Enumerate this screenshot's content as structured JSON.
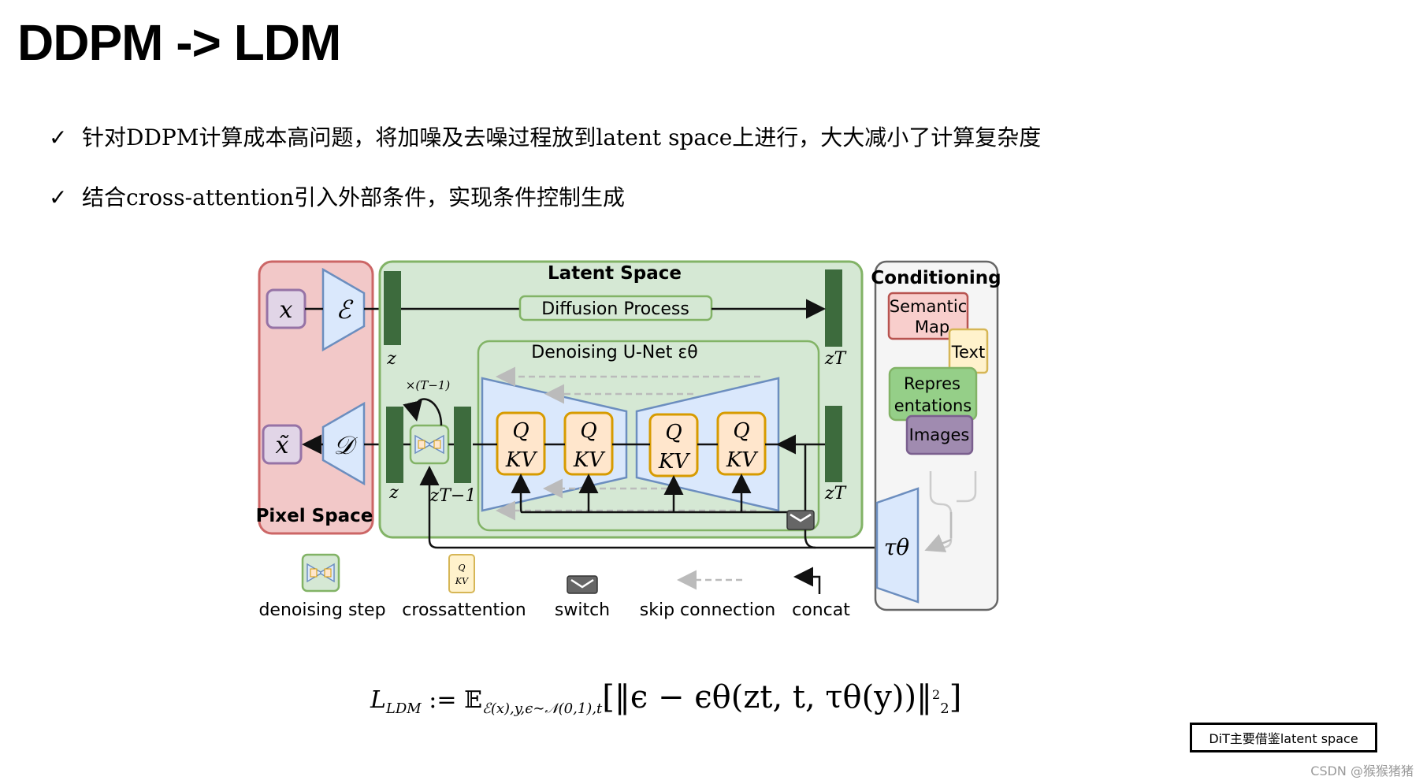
{
  "slide": {
    "title": "DDPM -> LDM",
    "bullets": [
      "针对DDPM计算成本高问题，将加噪及去噪过程放到latent space上进行，大大减小了计算复杂度",
      "结合cross-attention引入外部条件，实现条件控制生成"
    ],
    "check_icon": "✓",
    "note": "DiT主要借鉴latent space",
    "watermark": "CSDN @猴猴猪猪"
  },
  "figure": {
    "pixel_space_label": "Pixel Space",
    "latent_space_label": "Latent Space",
    "diffusion_process_label": "Diffusion Process",
    "unet_label": "Denoising U-Net εθ",
    "conditioning_label": "Conditioning",
    "x_label": "x",
    "x_tilde_label": "x̃",
    "encoder_label": "ℰ",
    "decoder_label": "𝒟",
    "z_label_top": "z",
    "z_label_bottom": "z",
    "zT_label_top": "zT",
    "zT_label_bottom": "zT",
    "zT1_label": "zT−1",
    "repeat_label": "×(T−1)",
    "qkv": {
      "q": "Q",
      "kv": "KV"
    },
    "conditions": [
      "Semantic Map",
      "Text",
      "Repres entations",
      "Images"
    ],
    "condition_lines": {
      "semantic_1": "Semantic",
      "semantic_2": "Map",
      "text": "Text",
      "repr_1": "Repres",
      "repr_2": "entations",
      "images": "Images"
    },
    "tau_label": "τθ",
    "legend": {
      "denoising_step": "denoising step",
      "crossattention": "crossattention",
      "switch": "switch",
      "skip_connection": "skip connection",
      "concat": "concat"
    },
    "colors": {
      "pixel_fill": "#f2c8c8",
      "pixel_stroke": "#cc6666",
      "latent_fill": "#d5e8d4",
      "latent_stroke": "#82b366",
      "trapezoid_fill": "#dae8fc",
      "trapezoid_stroke": "#6c8ebf",
      "bar_fill": "#3d6b3d",
      "qkv_fill": "#ffe6cc",
      "qkv_stroke": "#d79b00",
      "xbox_fill": "#e1d5e7",
      "xbox_stroke": "#9673a6",
      "cond_bg": "#f5f5f5"
    }
  },
  "formula": {
    "lhs": "L",
    "lhs_sub": "LDM",
    "assign": " := 𝔼",
    "exp_sub": "ℰ(x),y,ϵ∼𝒩(0,1),t",
    "body": "[‖ϵ − ϵθ(zt, t, τθ(y))‖",
    "norm_sub": "2",
    "norm_sup": "2",
    "close": "]"
  }
}
